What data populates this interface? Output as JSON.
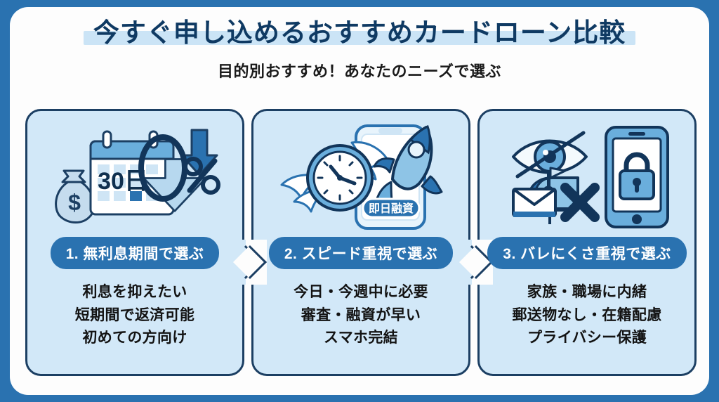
{
  "colors": {
    "frame_blue": "#2a72b0",
    "panel_white": "#fdfdfd",
    "card_bg": "#d2e8f8",
    "card_border": "#1c3f63",
    "pill_blue": "#2a72b0",
    "title_navy": "#0f3a63",
    "title_highlight": "#cbe4f6",
    "text_dark": "#131313"
  },
  "header": {
    "title": "今すぐ申し込めるおすすめカードローン比較",
    "subtitle": "目的別おすすめ！あなたのニーズで選ぶ"
  },
  "cards": [
    {
      "pill_label": "1. 無利息期間で選ぶ",
      "bullets": [
        "利息を抑えたい",
        "短期間で返済可能",
        "初めての方向け"
      ],
      "icons": [
        "money-bag-icon",
        "calendar-icon",
        "zero-percent-icon",
        "down-arrow-icon"
      ],
      "calendar_text": "30日",
      "percent_text": "0",
      "percent_symbol": "%"
    },
    {
      "pill_label": "2. スピード重視で選ぶ",
      "bullets": [
        "今日・今週中に必要",
        "審査・融資が早い",
        "スマホ完結"
      ],
      "icons": [
        "winged-clock-icon",
        "smartphone-icon",
        "rocket-icon"
      ],
      "phone_badge": "即日融資"
    },
    {
      "pill_label": "3. バレにくさ重視で選ぶ",
      "bullets": [
        "家族・職場に内緒",
        "郵送物なし・在籍配慮",
        "プライバシー保護"
      ],
      "icons": [
        "eye-slash-icon",
        "mailbox-icon",
        "envelope-icon",
        "x-mark-icon",
        "smartphone-lock-icon"
      ]
    }
  ]
}
